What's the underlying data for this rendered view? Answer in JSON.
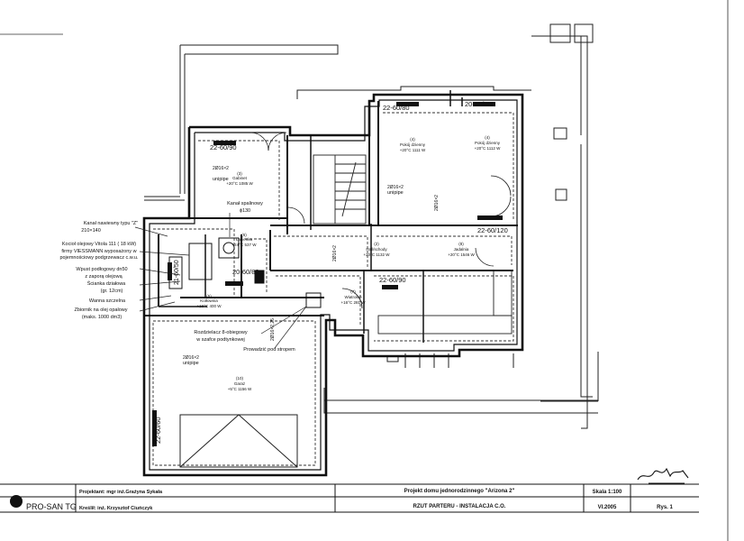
{
  "plan": {
    "rooms": {
      "gabinet": {
        "num": "(3)",
        "name": "Gabinet",
        "spec": "+20°C 1085 W"
      },
      "pokoj_a": {
        "num": "(4)",
        "name": "Pokój dzienny",
        "spec": "+20°C 1111 W"
      },
      "pokoj_b": {
        "num": "(4)",
        "name": "Pokój dzienny",
        "spec": "+20°C 1112 W"
      },
      "lazienka": {
        "num": "(6)",
        "name": "Łazienka",
        "spec": "+24°C 537 W"
      },
      "hall": {
        "num": "(2)",
        "name": "Hall/schody",
        "spec": "+20°C 1132 W"
      },
      "jadalnia": {
        "num": "(8)",
        "name": "Jadalnia",
        "spec": "+20°C 1546 W"
      },
      "kotlownia": {
        "num": "(5)",
        "name": "Kotłownia",
        "spec": "+16°C 400 W"
      },
      "wiatrolap": {
        "num": "(7)",
        "name": "Wiatrołap",
        "spec": "+16°C 281 W"
      },
      "garaz": {
        "num": "(10)",
        "name": "Garaż",
        "spec": "+5°C 1156 W"
      }
    },
    "radiators": {
      "r1": "22-60/90",
      "r2": "22-60/80",
      "r3": "20-60/80",
      "r4": "22-60/120",
      "r5": "20-60/80",
      "r6": "22-60/90",
      "r7": "21-60/50",
      "r8": "22-60/60"
    },
    "pipes": {
      "p1": "2Ø16×2",
      "p1b": "unipipe",
      "p2": "2Ø16×2",
      "p2b": "unipipe",
      "p3": "2Ø16×2",
      "p4": "2Ø16×2",
      "p5": "2Ø16×2",
      "p5b": "unipipe",
      "p6": "2Ø16×2,25"
    },
    "notes": {
      "kanal_spalinowy": "Kanał spalinowy",
      "kanal_spalinowy_d": "ϕ130",
      "kanal_nawiewny": "Kanał nawiewny typu \"Z\"",
      "kanal_nawiewny_dim": "210×140",
      "kociol_1": "Kocioł olejowy Vitola 111 ( 18 kW)",
      "kociol_2": "firmy VIESSMANN wyposażony w",
      "kociol_3": "pojemnościowy podgrzewacz c.w.u.",
      "wpust_1": "Wpust podłogowy dn50",
      "wpust_2": "z zaporą olejową",
      "scianka_1": "Ścianka działowa",
      "scianka_2": "(gr. 12cm)",
      "wanna": "Wanna szczelna",
      "zbiornik_1": "Zbiornik na olej opałowy",
      "zbiornik_2": "(maks. 1000 dm3)",
      "rozdzielacz_1": "Rozdzielacz 8-obiegowy",
      "rozdzielacz_2": "w szafce podtynkowej",
      "prowadzic": "Prowadzić pod stropem"
    }
  },
  "title_block": {
    "logo": "PRO-SAN TG",
    "projektant": "Projektant: mgr inż.Grażyna Sykała",
    "kreslil": "Kreślił: inż. Krzysztof Ciuńczyk",
    "project_title": "Projekt domu jednorodzinnego \"Arizona 2\"",
    "drawing_title": "RZUT PARTERU - INSTALACJA C.O.",
    "skala": "Skala 1:100",
    "date": "VI.2005",
    "rys": "Rys. 1"
  }
}
